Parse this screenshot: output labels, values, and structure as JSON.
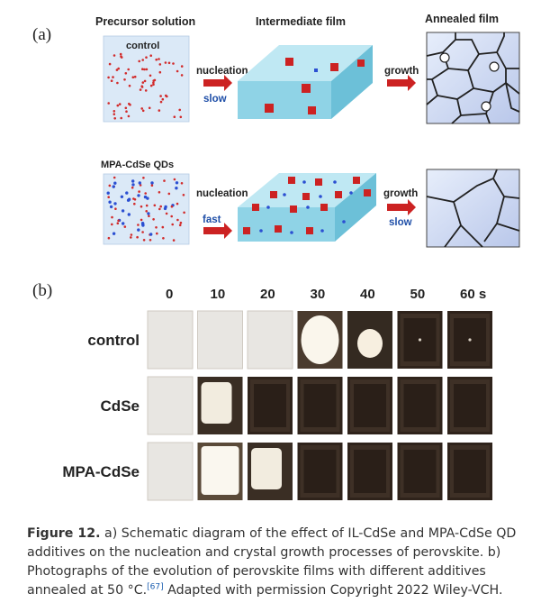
{
  "panel_a": {
    "label": "(a)",
    "headers": {
      "precursor": "Precursor solution",
      "intermediate": "Intermediate film",
      "annealed": "Annealed film"
    },
    "row1": {
      "box_label": "control",
      "step1_label": "nucleation",
      "step1_rate": "slow",
      "step2_label": "growth",
      "step2_rate": ""
    },
    "row2": {
      "box_label": "MPA-CdSe QDs",
      "step1_label": "nucleation",
      "step1_rate": "fast",
      "step2_label": "growth",
      "step2_rate": "slow"
    },
    "colors": {
      "solution_bg": "#dbe9f7",
      "film_top": "#bfe8f3",
      "film_front": "#8fd3e6",
      "film_side": "#6cc0d8",
      "cube": "#cc2222",
      "dot_red": "#d22b2b",
      "dot_blue": "#2b4fd2",
      "arrow": "#cc2222",
      "rate_text": "#1f4fa8"
    }
  },
  "panel_b": {
    "label": "(b)",
    "time_labels": [
      "0",
      "10",
      "20",
      "30",
      "40",
      "50",
      "60 s"
    ],
    "rows": [
      {
        "label": "control",
        "tones": [
          "light",
          "light",
          "light",
          "bright-center",
          "bright-small",
          "dark-spot",
          "dark-spot"
        ]
      },
      {
        "label": "CdSe",
        "tones": [
          "light",
          "half-bright",
          "dark",
          "dark",
          "dark",
          "dark",
          "dark"
        ]
      },
      {
        "label": "MPA-CdSe",
        "tones": [
          "light",
          "bright",
          "half-bright",
          "dark",
          "dark",
          "dark",
          "dark"
        ]
      }
    ]
  },
  "caption": {
    "label": "Figure 12.",
    "text_1": " a) Schematic diagram of the effect of IL-CdSe and MPA-CdSe QD additives on the nucleation and crystal growth processes of perovskite. b) Photographs of the evolution of perovskite films with different additives annealed at 50 °C.",
    "ref": "[67]",
    "text_2": " Adapted with permission Copyright 2022 Wiley-VCH."
  }
}
